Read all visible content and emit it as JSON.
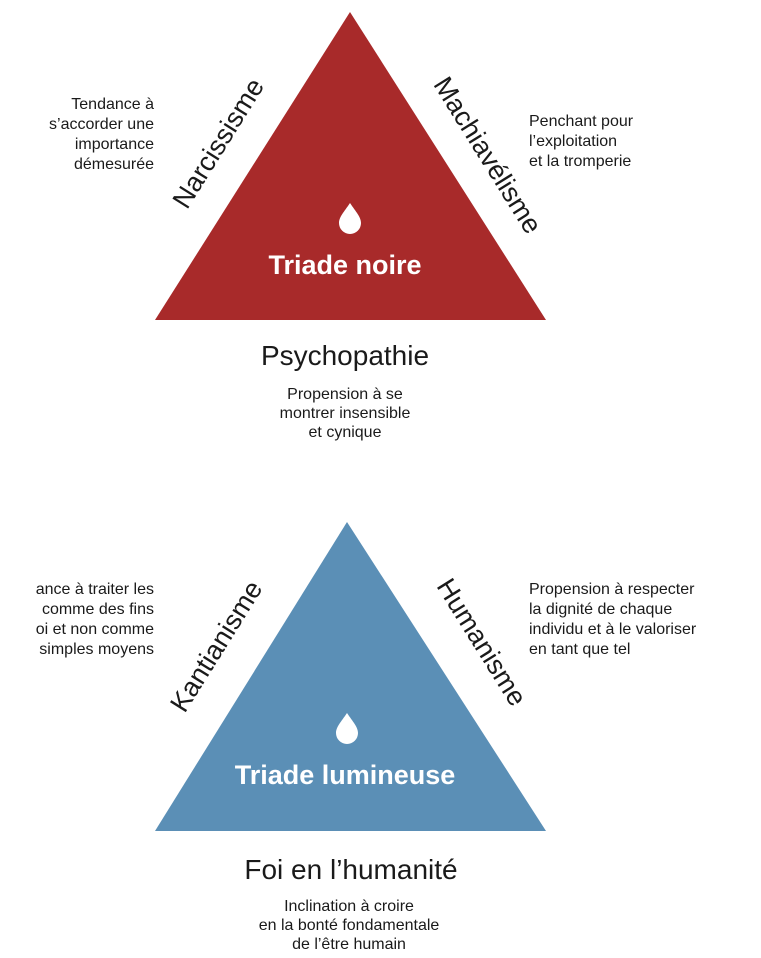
{
  "colors": {
    "dark_triad": "#a82a2a",
    "light_triad": "#5b8fb6",
    "text": "#1a1a1a",
    "inner_text": "#ffffff"
  },
  "dark_triad": {
    "name": "Triade noire",
    "icon": "drop-icon",
    "left_trait": {
      "name": "Narcissisme",
      "description": [
        "Tendance à",
        "s’accorder une",
        "importance",
        "démesurée"
      ]
    },
    "right_trait": {
      "name": "Machiavélisme",
      "description": [
        "Penchant pour",
        "l’exploitation",
        "et la tromperie"
      ]
    },
    "base_trait": {
      "name": "Psychopathie",
      "description": [
        "Propension à se",
        "montrer insensible",
        "et cynique"
      ]
    }
  },
  "light_triad": {
    "name": "Triade lumineuse",
    "icon": "drop-icon",
    "left_trait": {
      "name": "Kantianisme",
      "description": [
        "ance à traiter les",
        "comme des fins",
        "oi et non comme",
        "simples moyens"
      ]
    },
    "right_trait": {
      "name": "Humanisme",
      "description": [
        "Propension à respecter",
        "la dignité de chaque",
        "individu et à le valoriser",
        "en tant que tel"
      ]
    },
    "base_trait": {
      "name": "Foi en l’humanité",
      "description": [
        "Inclination à croire",
        "en la bonté fondamentale",
        "de l’être humain"
      ]
    }
  }
}
